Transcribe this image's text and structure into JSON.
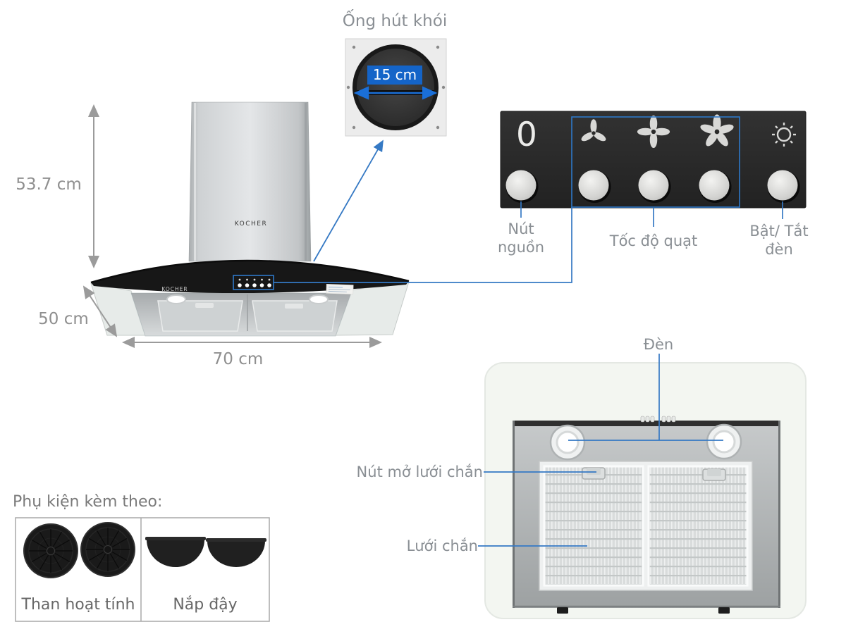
{
  "brand": "KOCHER",
  "colors": {
    "annotation_blue": "#3579c4",
    "highlight_blue": "#1464c8",
    "dimension_gray": "#9b9b9b",
    "label_gray": "#8a8f94",
    "panel_black": "#2a2a2a"
  },
  "duct": {
    "title": "Ống hút khói",
    "diameter_label": "15 cm"
  },
  "dimensions": {
    "height": "53.7 cm",
    "depth": "50 cm",
    "width": "70 cm"
  },
  "control_panel": {
    "power_symbol": "0",
    "icons": [
      "power-off-symbol",
      "fan-speed-1-icon",
      "fan-speed-2-icon",
      "fan-speed-3-icon",
      "light-icon"
    ],
    "labels": {
      "power": "Nút nguồn",
      "fan_speed": "Tốc độ quạt",
      "light": "Bật/ Tắt đèn"
    }
  },
  "bottom_view": {
    "labels": {
      "light": "Đèn",
      "filter_release": "Nút mở lưới chắn",
      "filter": "Lưới chắn"
    }
  },
  "accessories": {
    "heading": "Phụ kiện kèm theo:",
    "items": [
      {
        "label": "Than hoạt tính"
      },
      {
        "label": "Nắp đậy"
      }
    ]
  }
}
